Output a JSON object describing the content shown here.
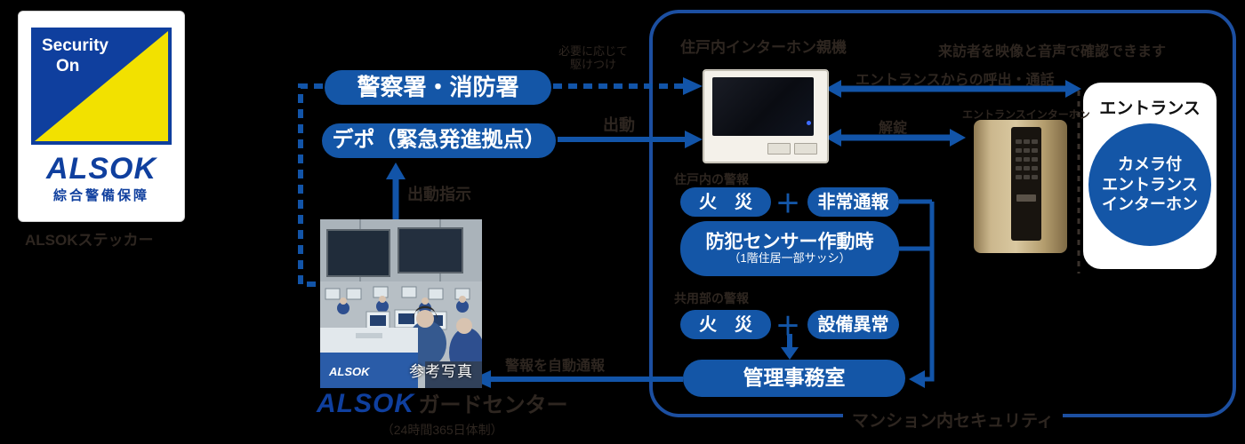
{
  "badge": {
    "security_on_line1": "Security",
    "security_on_line2": "On",
    "brand": "ALSOK",
    "subtitle": "綜合警備保障",
    "caption": "ALSOKステッカー"
  },
  "left": {
    "police_box": "警察署・消防署",
    "depot_box": "デポ（緊急発進拠点）",
    "police_note1": "必要に応じて",
    "police_note2": "駆けつけ",
    "depot_note": "出動",
    "dispatch_note": "出動指示",
    "report_note": "警報を自動通報",
    "guard_brand": "ALSOK",
    "guard_name": "ガードセンター",
    "guard_sub": "（24時間365日体制）",
    "photo_badge": "参考写真"
  },
  "building": {
    "caption": "マンション内セキュリティ",
    "intercom_title": "住戸内インターホン親機",
    "entrance_note": "来訪者を映像と音声で確認できます",
    "call_note": "エントランスからの呼出・通話",
    "unlock_note": "解錠",
    "device_caption": "エントランスインターホン",
    "entrance": {
      "title": "エントランス",
      "line1": "カメラ付",
      "line2": "エントランス",
      "line3": "インターホン"
    },
    "unit_alarm_note": "住戸内の警報",
    "fire1": "火　災",
    "plus": "＋",
    "emergency": "非常通報",
    "sensor1": "防犯センサー作動時",
    "sensor2": "（1階住居一部サッシ）",
    "common_alarm_note": "共用部の警報",
    "fire2": "火　災",
    "equipment": "設備異常",
    "office": "管理事務室"
  },
  "icons": {
    "plus_icon": "＋",
    "arrow_solid": "solid-blue-arrow",
    "arrow_dashed": "dashed-blue-arrow"
  },
  "colors": {
    "pill_blue": "#1456A7",
    "arrow_blue": "#1254A8",
    "logo_blue": "#0F3F9E",
    "sticker_yellow": "#F2E100",
    "box_border_blue": "#1C4FA1",
    "dark_text": "#2E2620",
    "background": "#000000"
  }
}
